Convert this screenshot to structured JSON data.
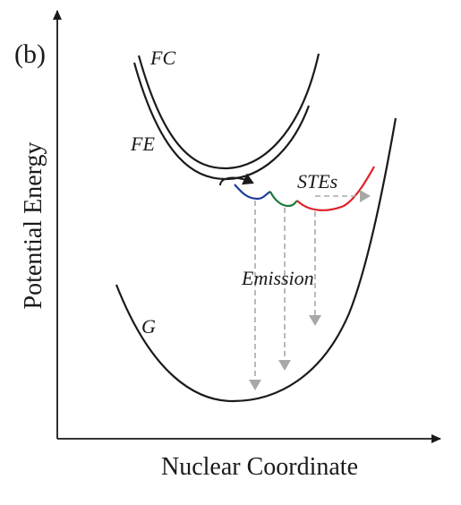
{
  "panel_label": "(b)",
  "axes": {
    "y_label": "Potential Energy",
    "x_label": "Nuclear Coordinate"
  },
  "curves": {
    "fc_label": "FC",
    "fe_label": "FE",
    "ground_label": "G",
    "stes_label": "STEs",
    "emission_label": "Emission"
  },
  "colors": {
    "axis": "#1a1a1a",
    "curve": "#1a1a1a",
    "ste_blue": "#1f3c99",
    "ste_green": "#1e7a3a",
    "ste_red": "#e0202a",
    "emission_arrow": "#a8a8a8"
  }
}
